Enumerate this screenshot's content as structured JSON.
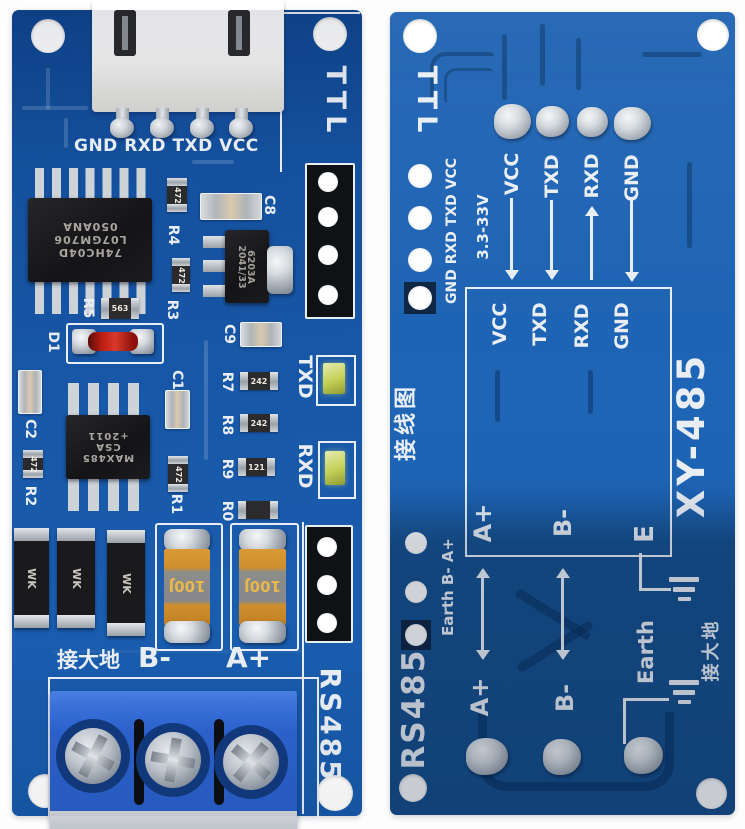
{
  "scene": {
    "description": "TTL to RS485 converter module, front and back view",
    "background": "#fdfdfd"
  },
  "colors": {
    "board_blue": "#1a5cae",
    "board_blue_dark": "#0f4690",
    "back_board_blue": "#1e63b3",
    "shadow_band": "#154e8b",
    "silkscreen": "#e9eef5",
    "terminal_blue": "#2c63cf",
    "fuse_orange": "#cf8e2e",
    "led_green": "#c4d055",
    "diode_red": "#c01f14"
  },
  "left_board": {
    "ttl_label": "TTL",
    "header_label": "GND RXD TXD VCC",
    "rs485_label": "RS485",
    "earth_label_cn": "接大地",
    "b_minus_label": "B-",
    "a_plus_label": "A+",
    "txd_label": "TXD",
    "rxd_label": "RXD",
    "hex_inverter": {
      "line1": "74HC04D",
      "line2": "L07GM706",
      "line3": "050ANA"
    },
    "transceiver": {
      "line1": "MAX485",
      "line2": "CSA",
      "line3": "+2011"
    },
    "regulator": {
      "line1": "6203A",
      "line2": "2041/33"
    },
    "refs": {
      "r1": "R1",
      "r2": "R2",
      "r3": "R3",
      "r4": "R4",
      "r5": "R5",
      "r7": "R7",
      "r8": "R8",
      "r9": "R9",
      "r0": "R0",
      "c1": "C1",
      "c2": "C2",
      "c8": "C8",
      "c9": "C9",
      "d1": "D1"
    },
    "codes": {
      "r1": "472",
      "r2": "472",
      "r3": "472",
      "r4": "472",
      "r5": "563",
      "r7": "242",
      "r8": "242",
      "r9": "121"
    },
    "diode_mark": "WK",
    "fuse_code": "100J"
  },
  "right_board": {
    "ttl_label": "TTL",
    "pin_column_label": "GND RXD TXD VCC",
    "voltage_label": "3.3-33V",
    "wiring_diagram_cn": "接线图",
    "top_pins": [
      "VCC",
      "TXD",
      "RXD",
      "GND"
    ],
    "box_top_pins": [
      "VCC",
      "TXD",
      "RXD",
      "GND"
    ],
    "box_bottom_pins": [
      "A+",
      "B-",
      "E"
    ],
    "bottom_pins": [
      "A+",
      "B-"
    ],
    "earth_label": "Earth",
    "earth_label_cn": "接大地",
    "side_column_label": "Earth B- A+",
    "rs485_label": "RS485",
    "model_label": "XY-485"
  }
}
